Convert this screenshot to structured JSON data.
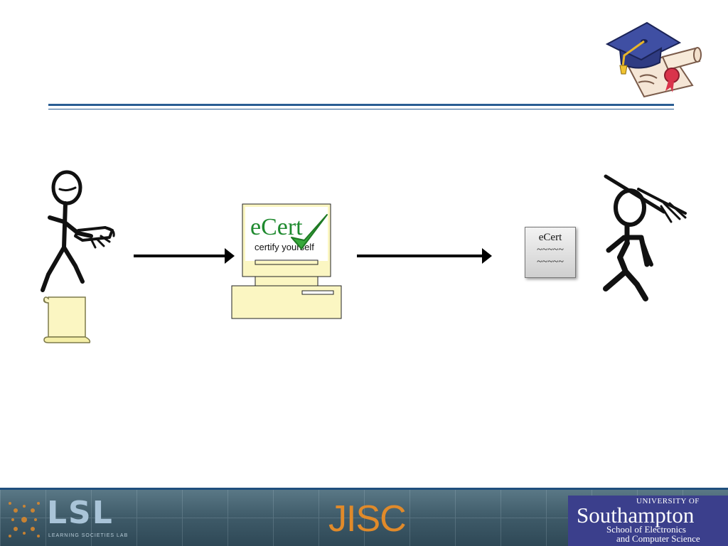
{
  "slide": {
    "computer": {
      "screen_title": "eCert",
      "screen_tagline": "certify yourself"
    },
    "certificate": {
      "title": "eCert",
      "line1": "~~~~~",
      "line2": "~~~~~"
    }
  },
  "footer": {
    "lsl_logo": "LSL",
    "lsl_subtitle": "LEARNING SOCIETIES LAB",
    "jisc_logo": "JISC",
    "southampton": {
      "university_of": "UNIVERSITY OF",
      "name": "Southampton",
      "school_line1": "School of Electronics",
      "school_line2": "and Computer Science"
    }
  },
  "colors": {
    "title_rule": "#2a5d93",
    "screen_title": "#1f8a2f",
    "paper_yellow": "#fbf6c2",
    "jisc_orange": "#e08a2a",
    "southampton_blue": "#3b3f8c"
  },
  "icons": [
    "graduation-cap-diploma-icon",
    "stick-figure-icon",
    "scroll-icon",
    "computer-icon",
    "checkmark-icon",
    "arrow-icon",
    "certificate-icon",
    "graduate-stick-figure-icon"
  ]
}
